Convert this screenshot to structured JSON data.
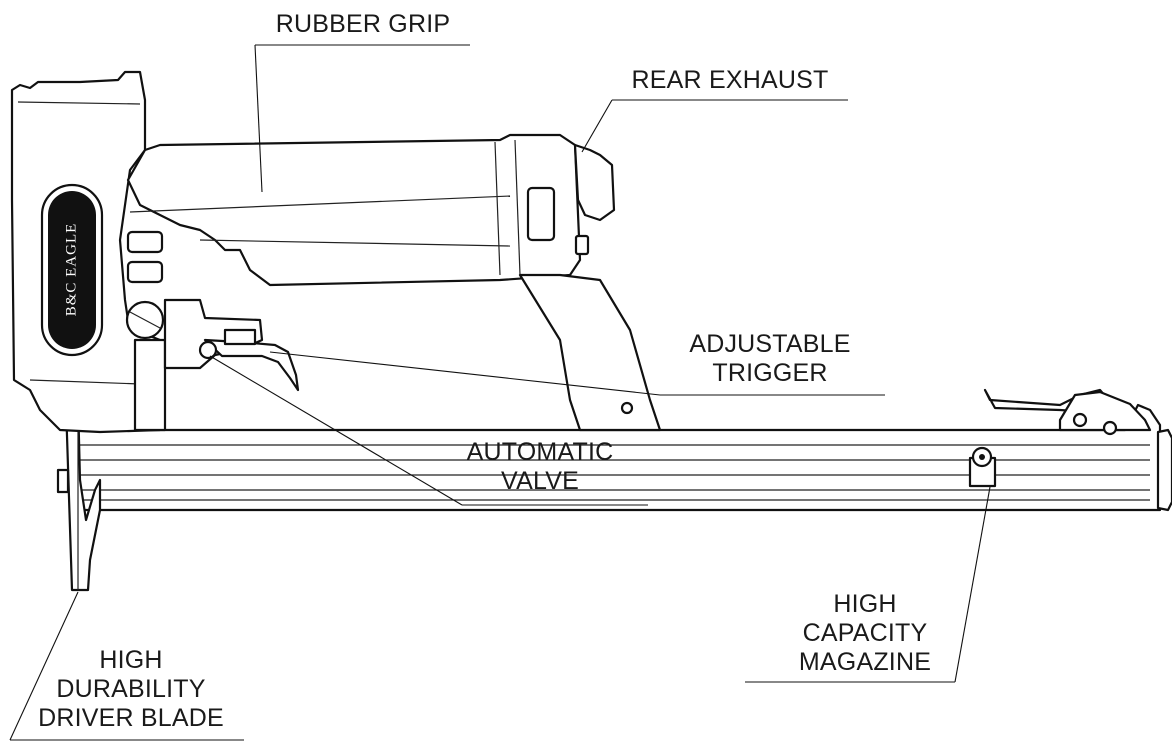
{
  "diagram": {
    "logo_text": "B&C EAGLE",
    "labels": {
      "rubber_grip": [
        "RUBBER GRIP"
      ],
      "rear_exhaust": [
        "REAR EXHAUST"
      ],
      "adjustable_trigger": [
        "ADJUSTABLE",
        "TRIGGER"
      ],
      "automatic_valve": [
        "AUTOMATIC",
        "VALVE"
      ],
      "high_capacity_magazine": [
        "HIGH",
        "CAPACITY",
        "MAGAZINE"
      ],
      "driver_blade": [
        "HIGH",
        "DURABILITY",
        "DRIVER BLADE"
      ]
    }
  }
}
